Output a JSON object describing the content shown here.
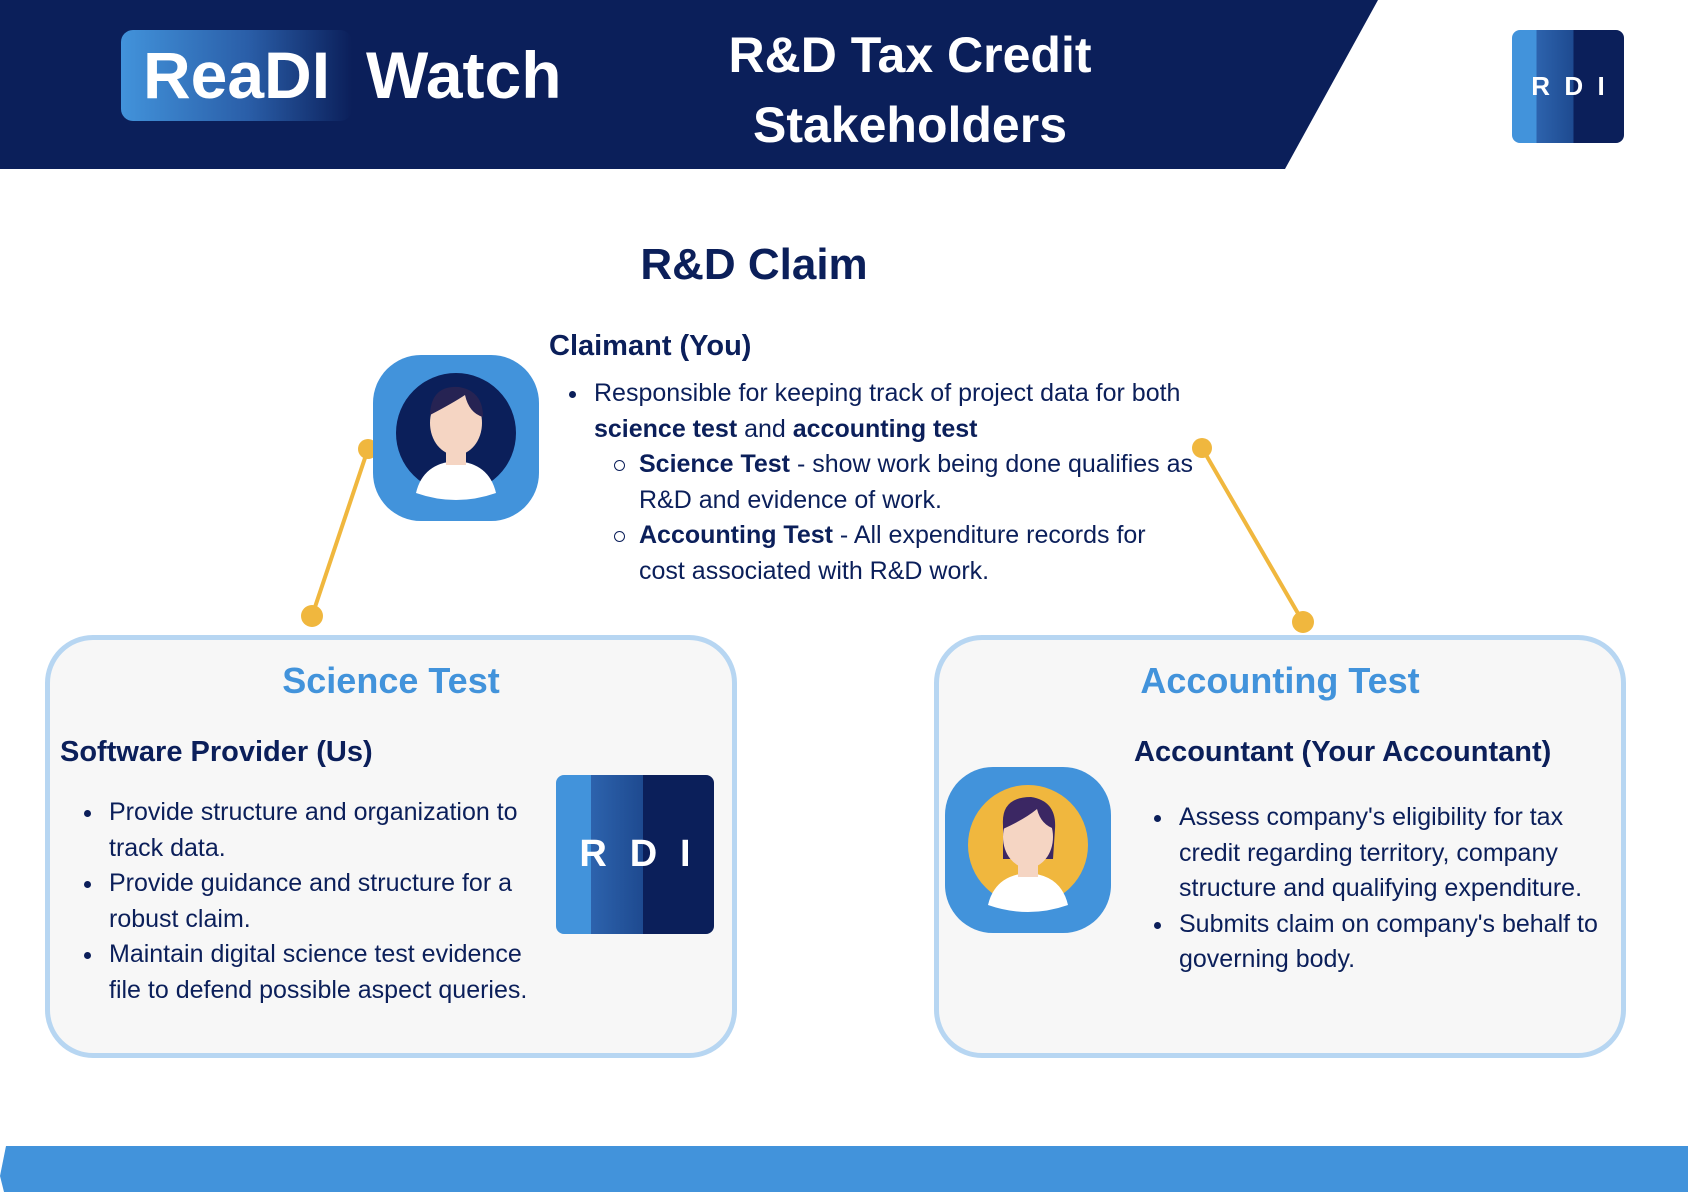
{
  "header": {
    "brand_highlight": "ReaDI",
    "brand_rest": "Watch",
    "title_line1": "R&D Tax Credit",
    "title_line2": "Stakeholders",
    "logo_letters": [
      "R",
      "D",
      "I"
    ]
  },
  "main": {
    "heading": "R&D Claim",
    "claimant": {
      "title": "Claimant (You)",
      "bullet_pre": "Responsible for keeping track of project data for both ",
      "bullet_b1": "science test",
      "bullet_mid": " and ",
      "bullet_b2": "accounting test",
      "sub": [
        {
          "bold": "Science Test",
          "text": " - show work being done qualifies as R&D and evidence of work."
        },
        {
          "bold": "Accounting Test",
          "text": " - All expenditure records for cost associated with R&D work."
        }
      ]
    },
    "science": {
      "title": "Science Test",
      "subtitle": "Software Provider (Us)",
      "bullets": [
        "Provide structure and organization to track data.",
        "Provide guidance and structure for a robust claim.",
        "Maintain digital science test evidence file to defend possible aspect queries."
      ],
      "logo_letters": [
        "R",
        "D",
        "I"
      ]
    },
    "accounting": {
      "title": "Accounting Test",
      "subtitle": "Accountant (Your Accountant)",
      "bullets": [
        "Assess company's eligibility for tax credit regarding territory, company structure and qualifying expenditure.",
        "Submits claim on company's behalf to governing body."
      ]
    }
  },
  "colors": {
    "navy": "#0b1f5a",
    "blue": "#4293db",
    "yellow": "#f0b73e",
    "box_border": "#b7d6f2"
  }
}
